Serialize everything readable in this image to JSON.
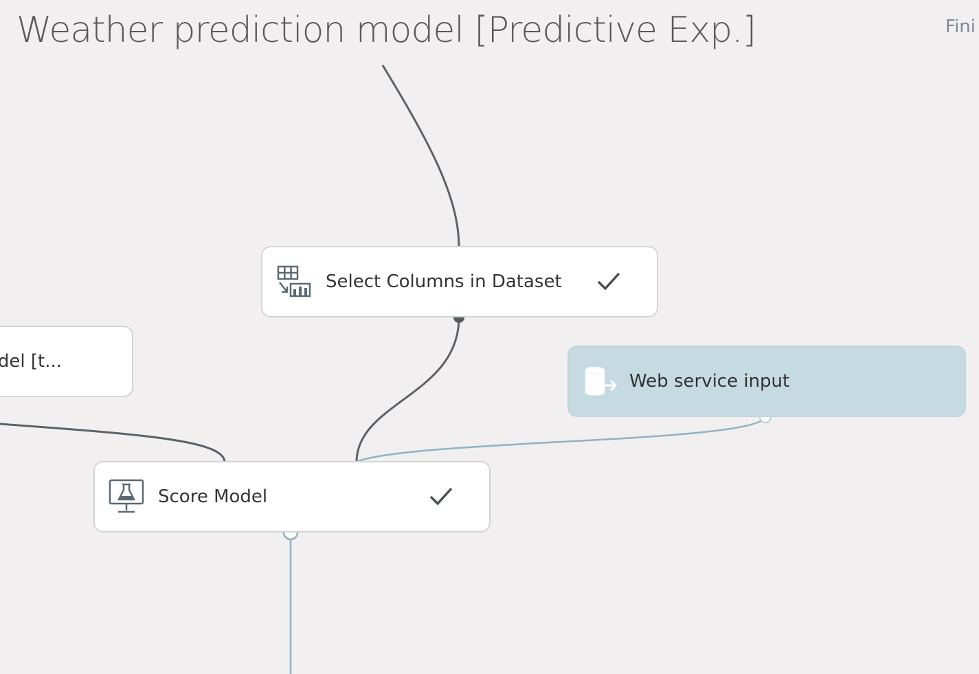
{
  "experiment": {
    "title": "Weather prediction model [Predictive Exp.]",
    "status_text": "Fini"
  },
  "nodes": {
    "select_columns": {
      "label": "Select Columns in Dataset",
      "icon": "select-columns-icon",
      "status_icon": "checkmark-icon"
    },
    "score_model": {
      "label": "Score Model",
      "icon": "score-model-icon",
      "status_icon": "checkmark-icon"
    },
    "web_service_input": {
      "label": "Web service input",
      "icon": "web-service-input-icon"
    },
    "trained_model": {
      "label": "odel [t..."
    }
  },
  "colors": {
    "canvas_background": "#f1eff0",
    "node_background": "#ffffff",
    "web_service_node_background": "#c5dae1",
    "connector_dark": "#545b5f",
    "connector_web_service": "#8fb3bf"
  }
}
